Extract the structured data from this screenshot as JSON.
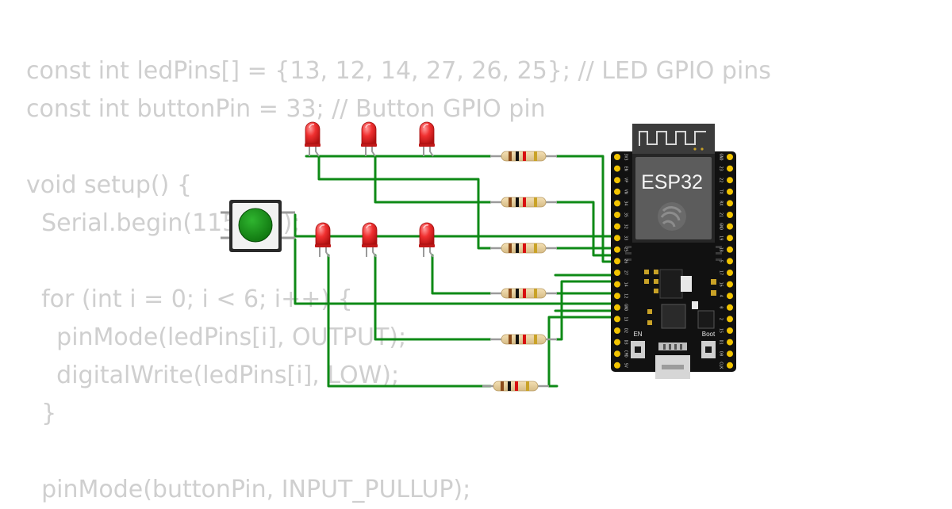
{
  "code_lines": [
    "const int ledPins[] = {13, 12, 14, 27, 26, 25}; // LED GPIO pins",
    "const int buttonPin = 33; // Button GPIO pin",
    "",
    "void setup() {",
    "  Serial.begin(115200);",
    "",
    "  for (int i = 0; i < 6; i++) {",
    "    pinMode(ledPins[i], OUTPUT);",
    "    digitalWrite(ledPins[i], LOW);",
    "  }",
    "",
    "  pinMode(buttonPin, INPUT_PULLUP);"
  ],
  "board": {
    "name": "ESP32",
    "left_pins": [
      "3V3",
      "EN",
      "VP",
      "VN",
      "34",
      "35",
      "32",
      "33",
      "25",
      "26",
      "27",
      "14",
      "12",
      "GND",
      "13",
      "D2",
      "D3",
      "CMD",
      "5V"
    ],
    "right_pins": [
      "GND",
      "23",
      "22",
      "TX",
      "RX",
      "21",
      "GND",
      "19",
      "18",
      "5",
      "17",
      "16",
      "4",
      "0",
      "2",
      "15",
      "D1",
      "D0",
      "CLK"
    ],
    "en_label": "EN",
    "boot_label": "Boot"
  },
  "colors": {
    "wire": "#0e8a16",
    "led": "#e02020",
    "board": "#111111",
    "header_pin": "#f2c400",
    "button_cap": "#0a7a0a"
  }
}
